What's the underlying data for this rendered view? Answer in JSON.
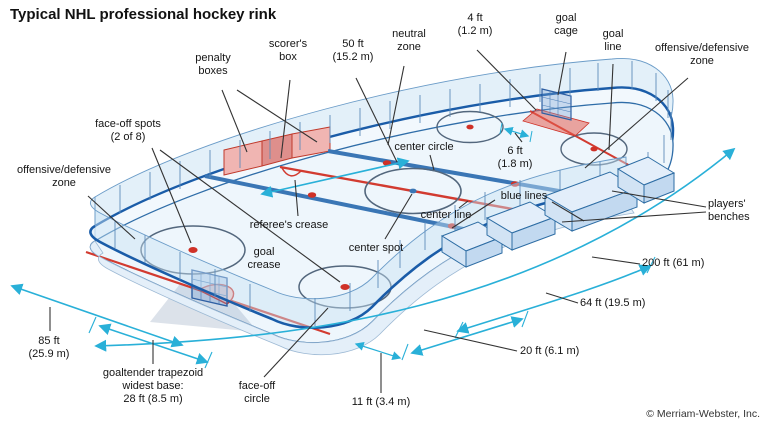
{
  "title": "Typical NHL professional hockey rink",
  "copyright": "© Merriam-Webster, Inc.",
  "colors": {
    "ice": "#eef6fc",
    "glass": "rgba(199,226,243,0.5)",
    "board_rail": "#1a5ca8",
    "ice_edge": "#2f6da8",
    "red_line": "#d23b30",
    "blue_line": "#3a76b5",
    "circle_stroke": "#53677d",
    "spot_red": "#cf3127",
    "penalty_pink": "#f0b5b2",
    "scorer_red": "#de8f8c",
    "bench_fill": "#cfe2f5",
    "dimension_cyan": "#29b0d8",
    "leader_black": "#333333"
  },
  "labels": {
    "penalty_boxes": {
      "l1": "penalty",
      "l2": "boxes"
    },
    "scorers_box": {
      "l1": "scorer's",
      "l2": "box"
    },
    "dim_50ft": {
      "l1": "50 ft",
      "l2": "(15.2 m)"
    },
    "neutral_zone": {
      "l1": "neutral",
      "l2": "zone"
    },
    "dim_4ft": {
      "l1": "4 ft",
      "l2": "(1.2 m)"
    },
    "goal_cage": {
      "l1": "goal",
      "l2": "cage"
    },
    "goal_line": {
      "l1": "goal",
      "l2": "line"
    },
    "zone_right": {
      "l1": "offensive/defensive",
      "l2": "zone"
    },
    "faceoff_spots": {
      "l1": "face-off spots",
      "l2": "(2 of 8)"
    },
    "zone_left": {
      "l1": "offensive/defensive",
      "l2": "zone"
    },
    "center_circle": {
      "l1": "center circle"
    },
    "dim_6ft": {
      "l1": "6 ft",
      "l2": "(1.8 m)"
    },
    "blue_lines": {
      "l1": "blue lines"
    },
    "center_line": {
      "l1": "center line"
    },
    "referees_crease": {
      "l1": "referee's crease"
    },
    "goal_crease": {
      "l1": "goal",
      "l2": "crease"
    },
    "center_spot": {
      "l1": "center spot"
    },
    "players_benches": {
      "l1": "players'",
      "l2": "benches"
    },
    "dim_200ft": {
      "l1": "200 ft (61 m)"
    },
    "dim_64ft": {
      "l1": "64 ft (19.5 m)"
    },
    "dim_85ft": {
      "l1": "85 ft",
      "l2": "(25.9 m)"
    },
    "trapezoid": {
      "l1": "goaltender trapezoid",
      "l2": "widest base:",
      "l3": "28 ft (8.5 m)"
    },
    "faceoff_circle": {
      "l1": "face-off",
      "l2": "circle"
    },
    "dim_11ft": {
      "l1": "11 ft (3.4 m)"
    },
    "dim_20ft": {
      "l1": "20 ft (6.1 m)"
    }
  }
}
